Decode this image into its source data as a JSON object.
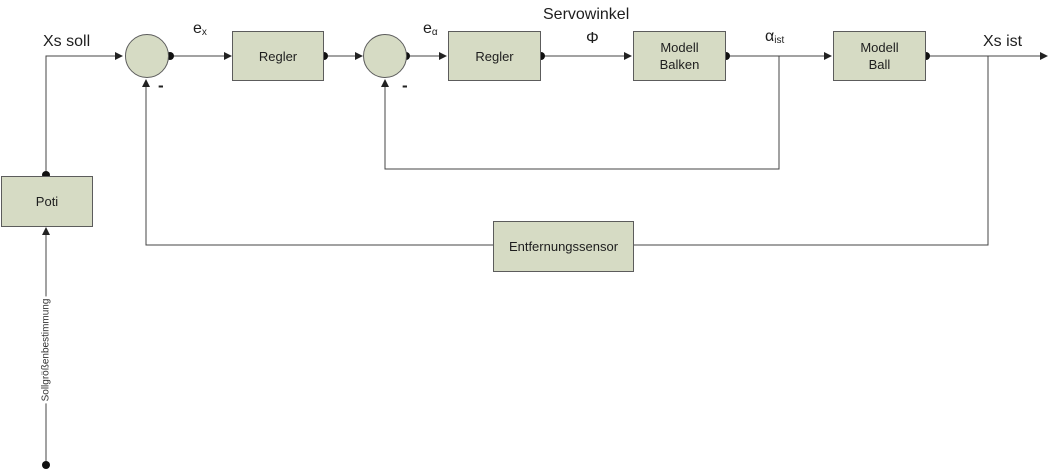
{
  "labels": {
    "xs_soll": "Xs soll",
    "xs_ist": "Xs ist",
    "e_x_base": "e",
    "e_x_sub": "x",
    "e_alpha_base": "e",
    "e_alpha_sub": "α",
    "servowinkel": "Servowinkel",
    "phi": "Φ",
    "alpha_base": "α",
    "alpha_sub": "ist",
    "minus_1": "-",
    "minus_2": "-",
    "sollgroessenbestimmung": "Sollgrößenbestimmung"
  },
  "blocks": {
    "regler_1": "Regler",
    "regler_2": "Regler",
    "modell_balken": "Modell\nBalken",
    "modell_ball": "Modell\nBall",
    "poti": "Poti",
    "entfernungssensor": "Entfernungssensor"
  },
  "colors": {
    "block_fill": "#d6dbc4",
    "block_border": "#5c5c5c",
    "line": "#333333"
  }
}
